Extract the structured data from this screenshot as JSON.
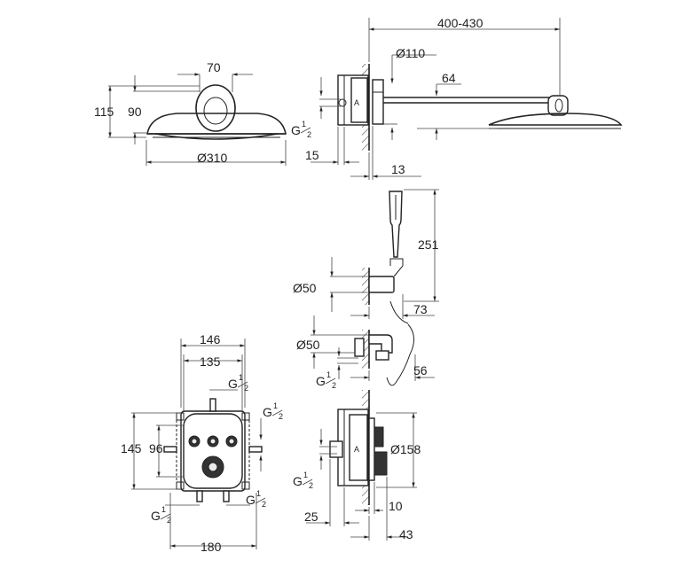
{
  "dims": {
    "d_70": "70",
    "d_115": "115",
    "d_90": "90",
    "d_310": "Ø310",
    "d_400_430": "400-430",
    "d_110": "Ø110",
    "d_64": "64",
    "d_15": "15",
    "d_13": "13",
    "d_251": "251",
    "d_50a": "Ø50",
    "d_73": "73",
    "d_50b": "Ø50",
    "d_56": "56",
    "d_146": "146",
    "d_135": "135",
    "d_145": "145",
    "d_96": "96",
    "d_180": "180",
    "d_158": "Ø158",
    "d_25": "25",
    "d_10": "10",
    "d_43": "43"
  },
  "thread": {
    "g": "G",
    "num": "1",
    "den": "2"
  },
  "marks": {
    "a": "A"
  }
}
